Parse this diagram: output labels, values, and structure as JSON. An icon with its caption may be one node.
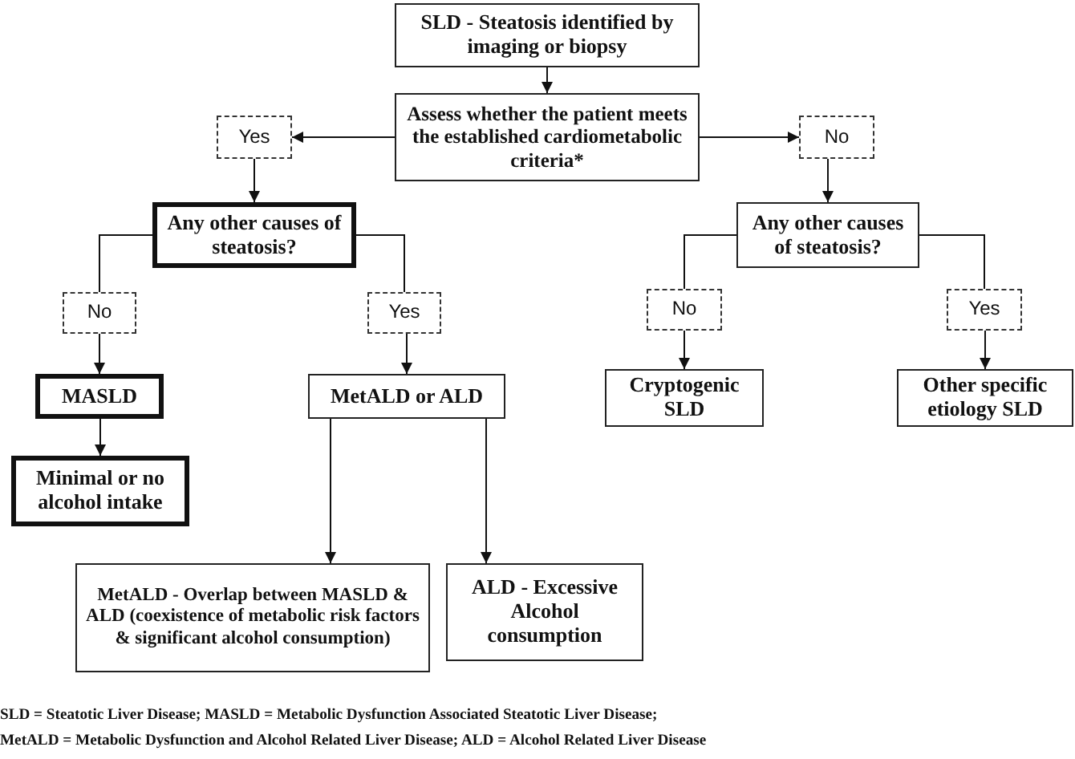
{
  "diagram": {
    "nodes": [
      {
        "text": [
          "SLD - Steatosis identified by imaging or biopsy"
        ]
      },
      {
        "text": [
          "Assess whether the patient meets the established cardiometabolic criteria*"
        ]
      },
      {
        "text": [
          "Yes"
        ]
      },
      {
        "text": [
          "No"
        ]
      },
      {
        "text": [
          "Any other causes of steatosis?"
        ]
      },
      {
        "text": [
          "Any other causes of steatosis?"
        ]
      },
      {
        "text": [
          "No"
        ]
      },
      {
        "text": [
          "Yes"
        ]
      },
      {
        "text": [
          "No"
        ]
      },
      {
        "text": [
          "Yes"
        ]
      },
      {
        "text": [
          "MASLD"
        ]
      },
      {
        "text": [
          "MetALD or ALD"
        ]
      },
      {
        "text": [
          "Cryptogenic SLD"
        ]
      },
      {
        "text": [
          "Other specific etiology SLD"
        ]
      },
      {
        "text": [
          "Minimal or no alcohol intake"
        ]
      },
      {
        "text": [
          "MetALD - Overlap between MASLD & ALD (coexistence of metabolic risk factors & significant alcohol consumption)"
        ]
      },
      {
        "text": [
          "ALD - Excessive Alcohol consumption"
        ]
      }
    ],
    "edges": [
      {
        "from": 0,
        "to": 1,
        "arrow": "to"
      },
      {
        "from": 1,
        "to": 2,
        "arrow": "to"
      },
      {
        "from": 1,
        "to": 3,
        "arrow": "to"
      },
      {
        "from": 2,
        "to": 4,
        "arrow": "to"
      },
      {
        "from": 3,
        "to": 5,
        "arrow": "to"
      },
      {
        "from": 4,
        "to": 6,
        "arrow": "none"
      },
      {
        "from": 4,
        "to": 7,
        "arrow": "none"
      },
      {
        "from": 5,
        "to": 8,
        "arrow": "none"
      },
      {
        "from": 5,
        "to": 9,
        "arrow": "none"
      },
      {
        "from": 6,
        "to": 10,
        "arrow": "to"
      },
      {
        "from": 7,
        "to": 11,
        "arrow": "to"
      },
      {
        "from": 8,
        "to": 12,
        "arrow": "to"
      },
      {
        "from": 9,
        "to": 13,
        "arrow": "to"
      },
      {
        "from": 10,
        "to": 14,
        "arrow": "to"
      },
      {
        "from": 11,
        "to": 15,
        "arrow": "to"
      },
      {
        "from": 11,
        "to": 16,
        "arrow": "to"
      }
    ],
    "labels": [
      "SLD = Steatotic Liver Disease; MASLD = Metabolic Dysfunction Associated Steatotic Liver Disease;",
      "MetALD = Metabolic Dysfunction and Alcohol Related Liver Disease; ALD = Alcohol Related Liver Disease"
    ]
  }
}
